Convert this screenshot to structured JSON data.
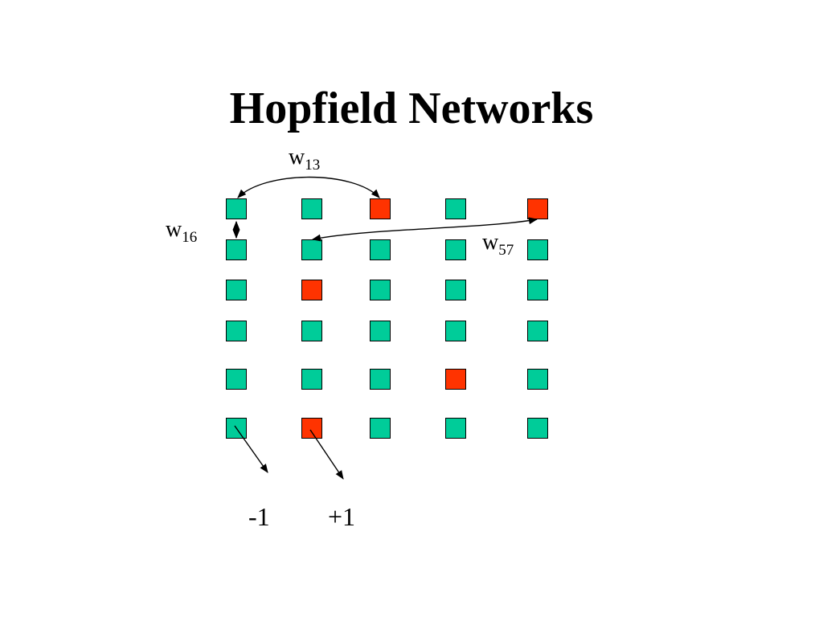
{
  "slide": {
    "title": "Hopfield Networks"
  },
  "grid": {
    "rows": 6,
    "cols": 5,
    "states": [
      [
        -1,
        -1,
        1,
        -1,
        1
      ],
      [
        -1,
        -1,
        -1,
        -1,
        -1
      ],
      [
        -1,
        1,
        -1,
        -1,
        -1
      ],
      [
        -1,
        -1,
        -1,
        -1,
        -1
      ],
      [
        -1,
        -1,
        -1,
        1,
        -1
      ],
      [
        -1,
        1,
        -1,
        -1,
        -1
      ]
    ]
  },
  "colors": {
    "off_unit": "#00CC99",
    "on_unit": "#FF3300",
    "outline": "#000000"
  },
  "weights": [
    {
      "base": "w",
      "sub": "13"
    },
    {
      "base": "w",
      "sub": "16"
    },
    {
      "base": "w",
      "sub": "57"
    }
  ],
  "legend": {
    "minus": "-1",
    "plus": "+1"
  }
}
